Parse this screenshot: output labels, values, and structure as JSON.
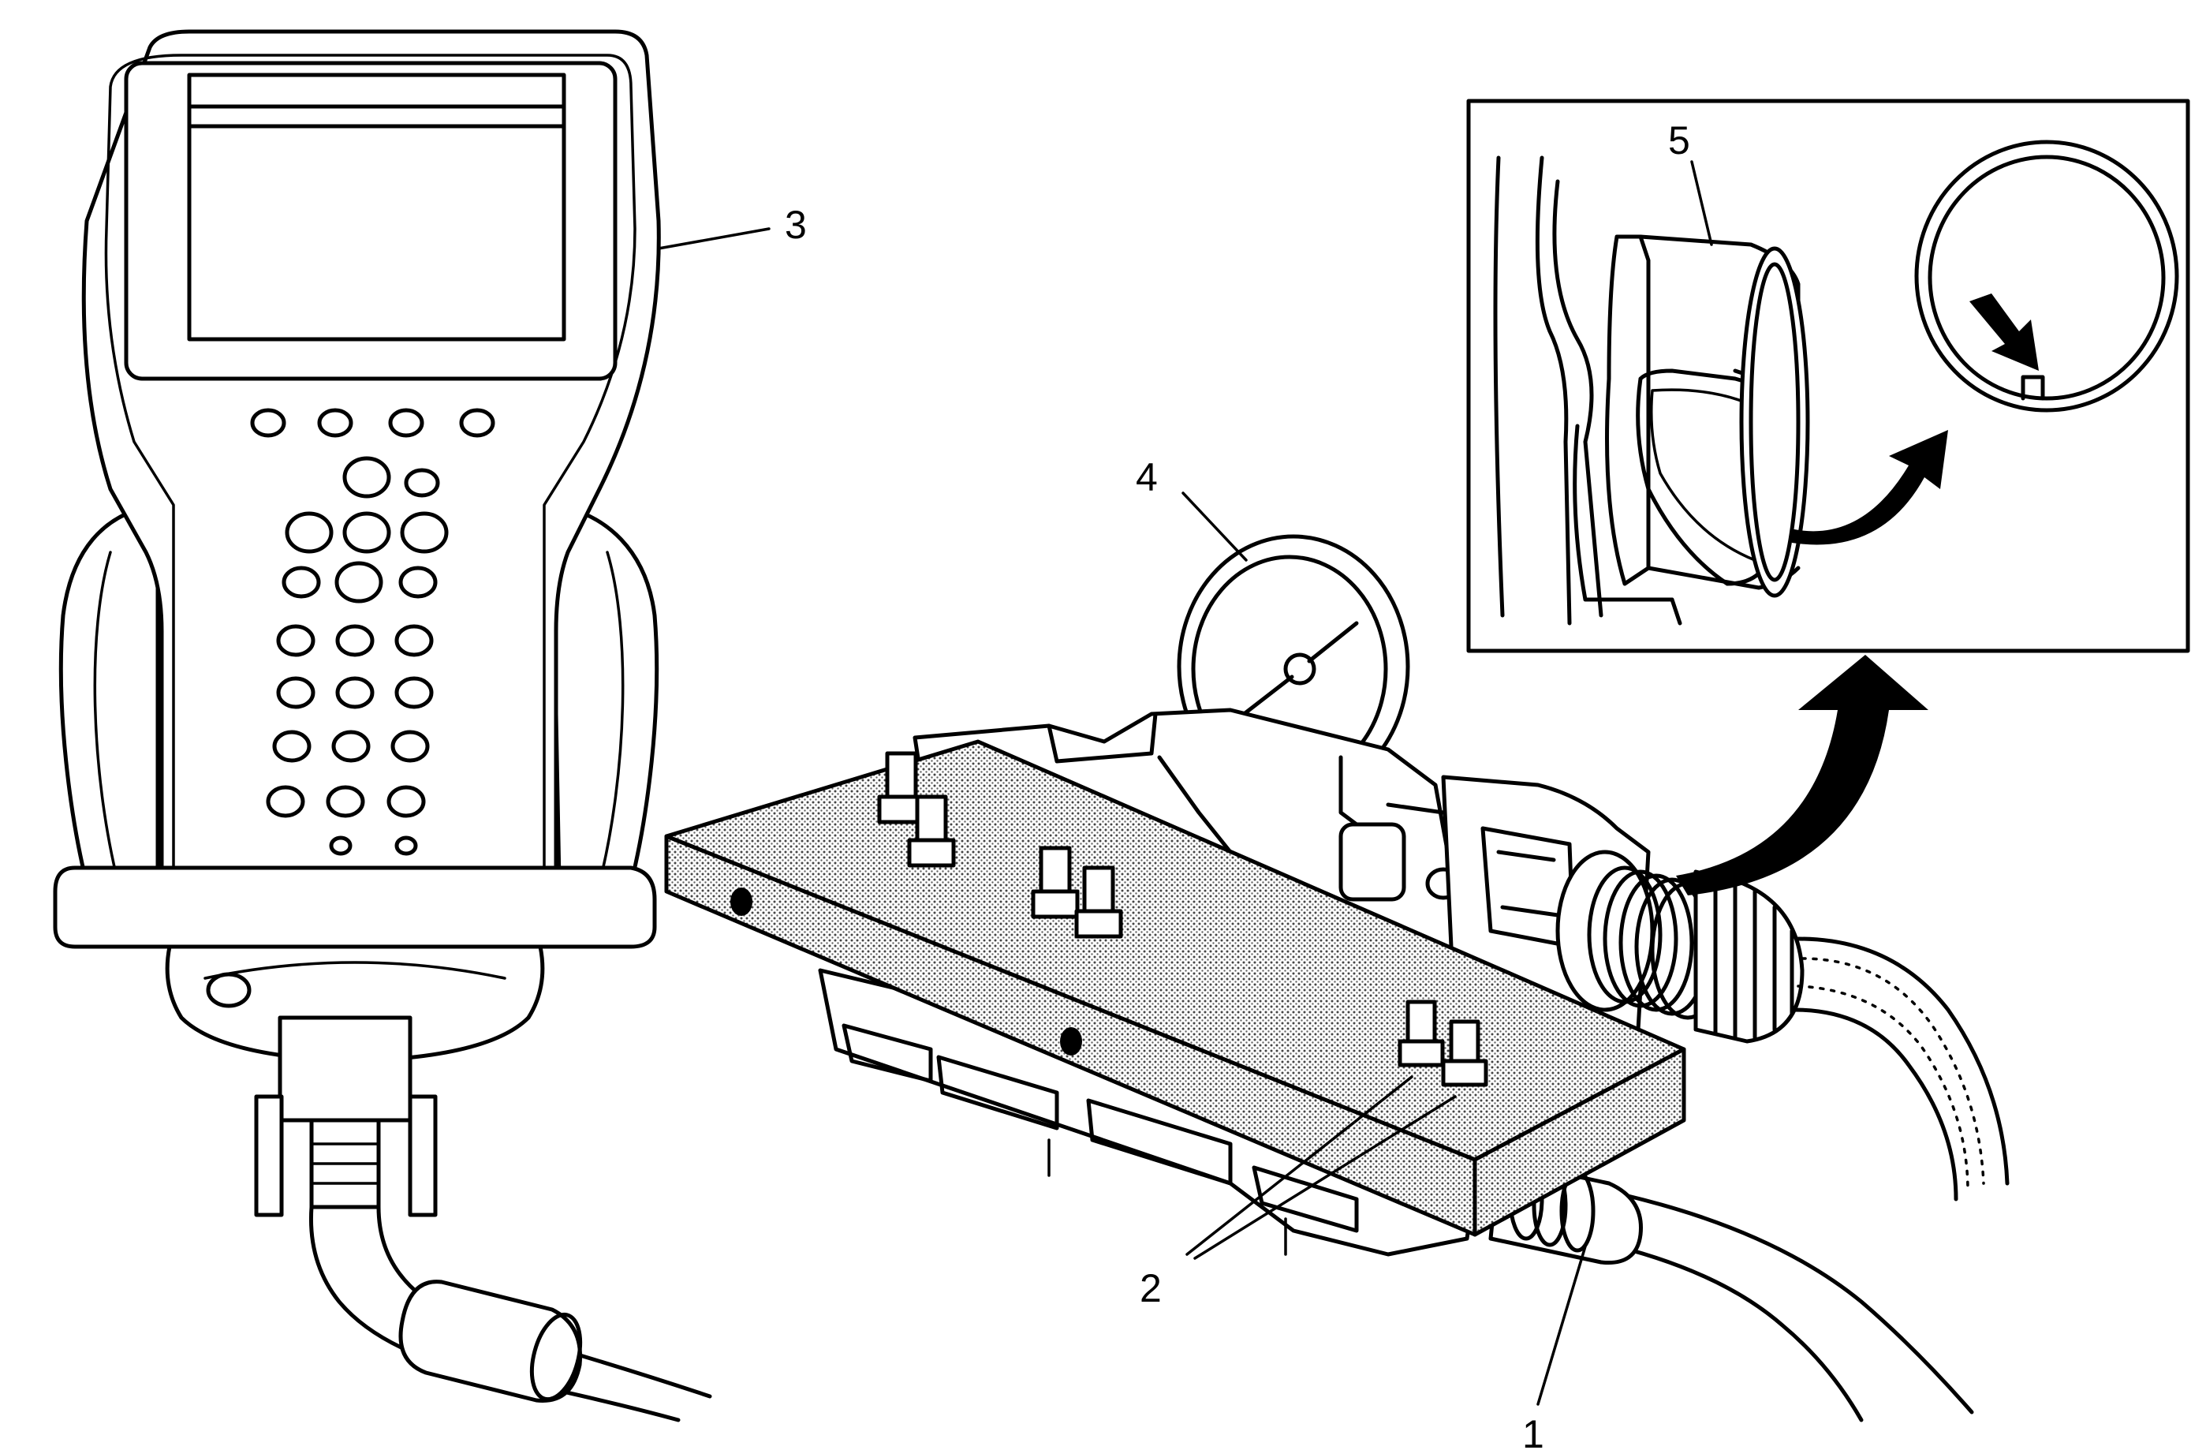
{
  "callouts": [
    {
      "id": "1",
      "label": "1"
    },
    {
      "id": "2",
      "label": "2"
    },
    {
      "id": "3",
      "label": "3"
    },
    {
      "id": "4",
      "label": "4"
    },
    {
      "id": "5",
      "label": "5"
    }
  ],
  "colors": {
    "ink": "#000000",
    "paper": "#ffffff",
    "shading": "#9a9a9a"
  }
}
